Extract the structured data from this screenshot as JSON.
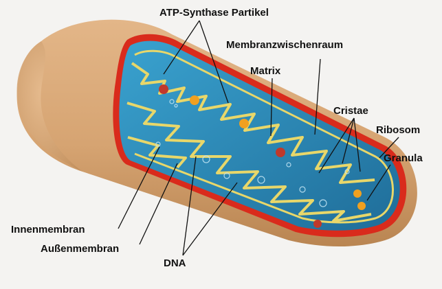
{
  "labels": {
    "atp_synthase": "ATP-Synthase Partikel",
    "membranzwischenraum": "Membranzwischenraum",
    "matrix": "Matrix",
    "cristae": "Cristae",
    "ribosom": "Ribosom",
    "granula": "Granula",
    "innenmembran": "Innenmembran",
    "aussenmembran": "Außenmembran",
    "dna": "DNA"
  },
  "colors": {
    "outer_shell": "#d9a877",
    "outer_shell_dark": "#b98552",
    "cut_edge": "#d92b1c",
    "matrix": "#2d8fc0",
    "matrix_dark": "#1f6d99",
    "inner_membrane": "#e8d76a",
    "ribosome": "#c0392b",
    "granule": "#f0a020"
  }
}
